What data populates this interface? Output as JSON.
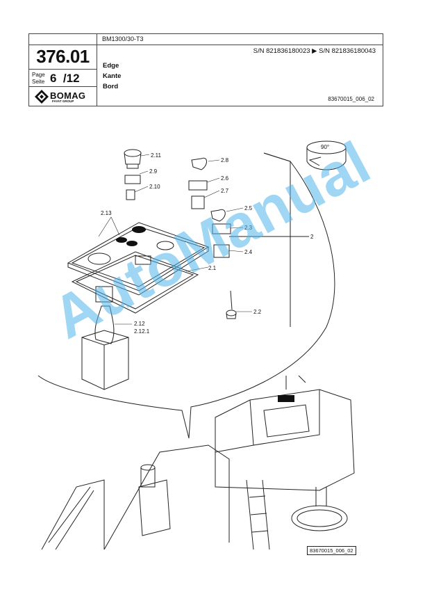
{
  "header": {
    "doc_number": "376.01",
    "page_label_line1": "Page",
    "page_label_line2": "Seite",
    "page_current": "6",
    "page_total": "/12",
    "model": "BM1300/30-T3",
    "serial_range": "S/N 821836180023  ▶  S/N 821836180043",
    "title_en": "Edge",
    "title_de": "Kante",
    "title_fr": "Bord",
    "drawing_number": "83670015_006_02",
    "brand": "BOMAG",
    "brand_sub": "FAYAT GROUP"
  },
  "figure": {
    "rotation_label": "90°",
    "callouts": {
      "c2_11": "2.11",
      "c2_9": "2.9",
      "c2_10": "2.10",
      "c2_8": "2.8",
      "c2_6": "2.6",
      "c2_7": "2.7",
      "c2_5": "2.5",
      "c2_3": "2.3",
      "c2_4": "2.4",
      "c2_13": "2.13",
      "c2": "2",
      "c2_1": "2.1",
      "c2_2": "2.2",
      "c2_12": "2.12",
      "c2_12_1": "2.12.1"
    },
    "drawing_tag": "83670015_006_02"
  },
  "watermark": "AutoManual"
}
